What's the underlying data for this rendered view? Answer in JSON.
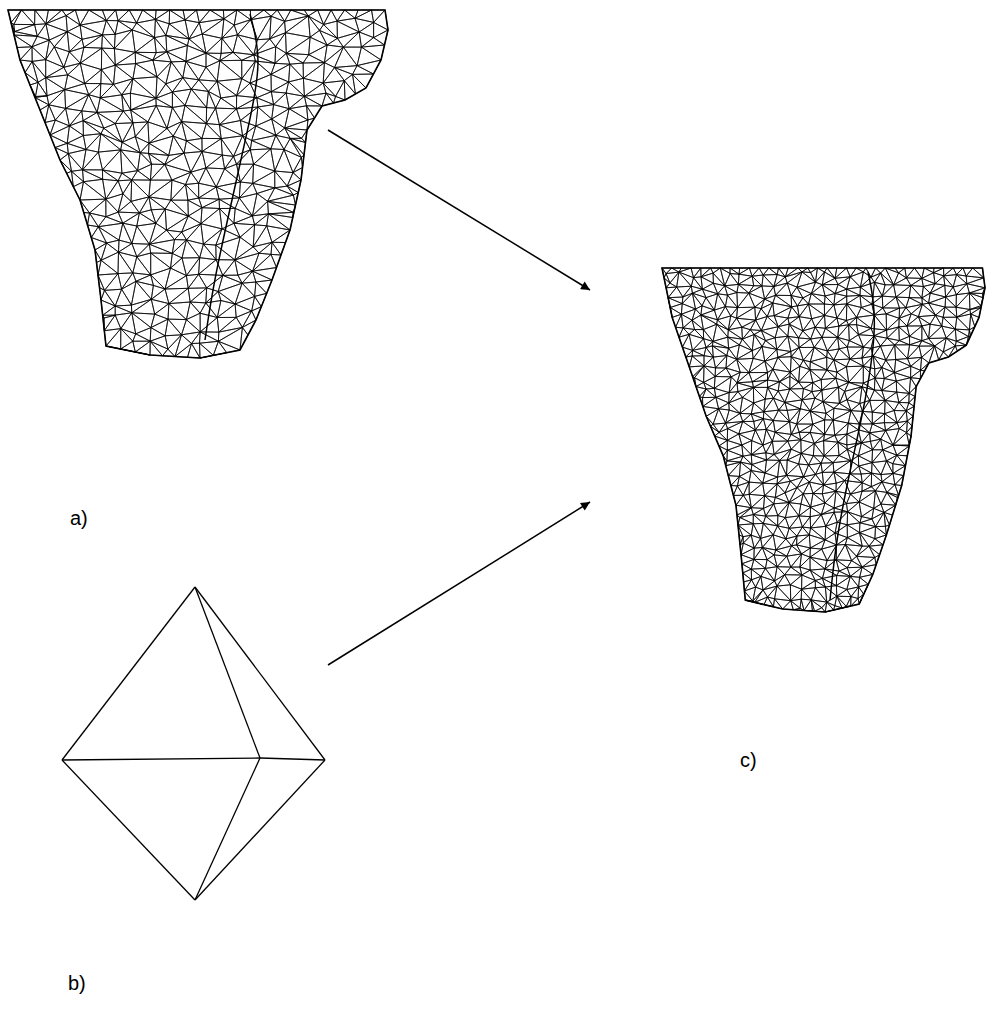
{
  "diagram": {
    "nodes": [
      {
        "text": [
          "a)"
        ]
      },
      {
        "text": [
          "b)"
        ]
      },
      {
        "text": [
          "c)"
        ]
      }
    ],
    "edges": [
      {
        "from": 0,
        "to": 2,
        "arrow": "to"
      },
      {
        "from": 1,
        "to": 2,
        "arrow": "to"
      }
    ]
  }
}
